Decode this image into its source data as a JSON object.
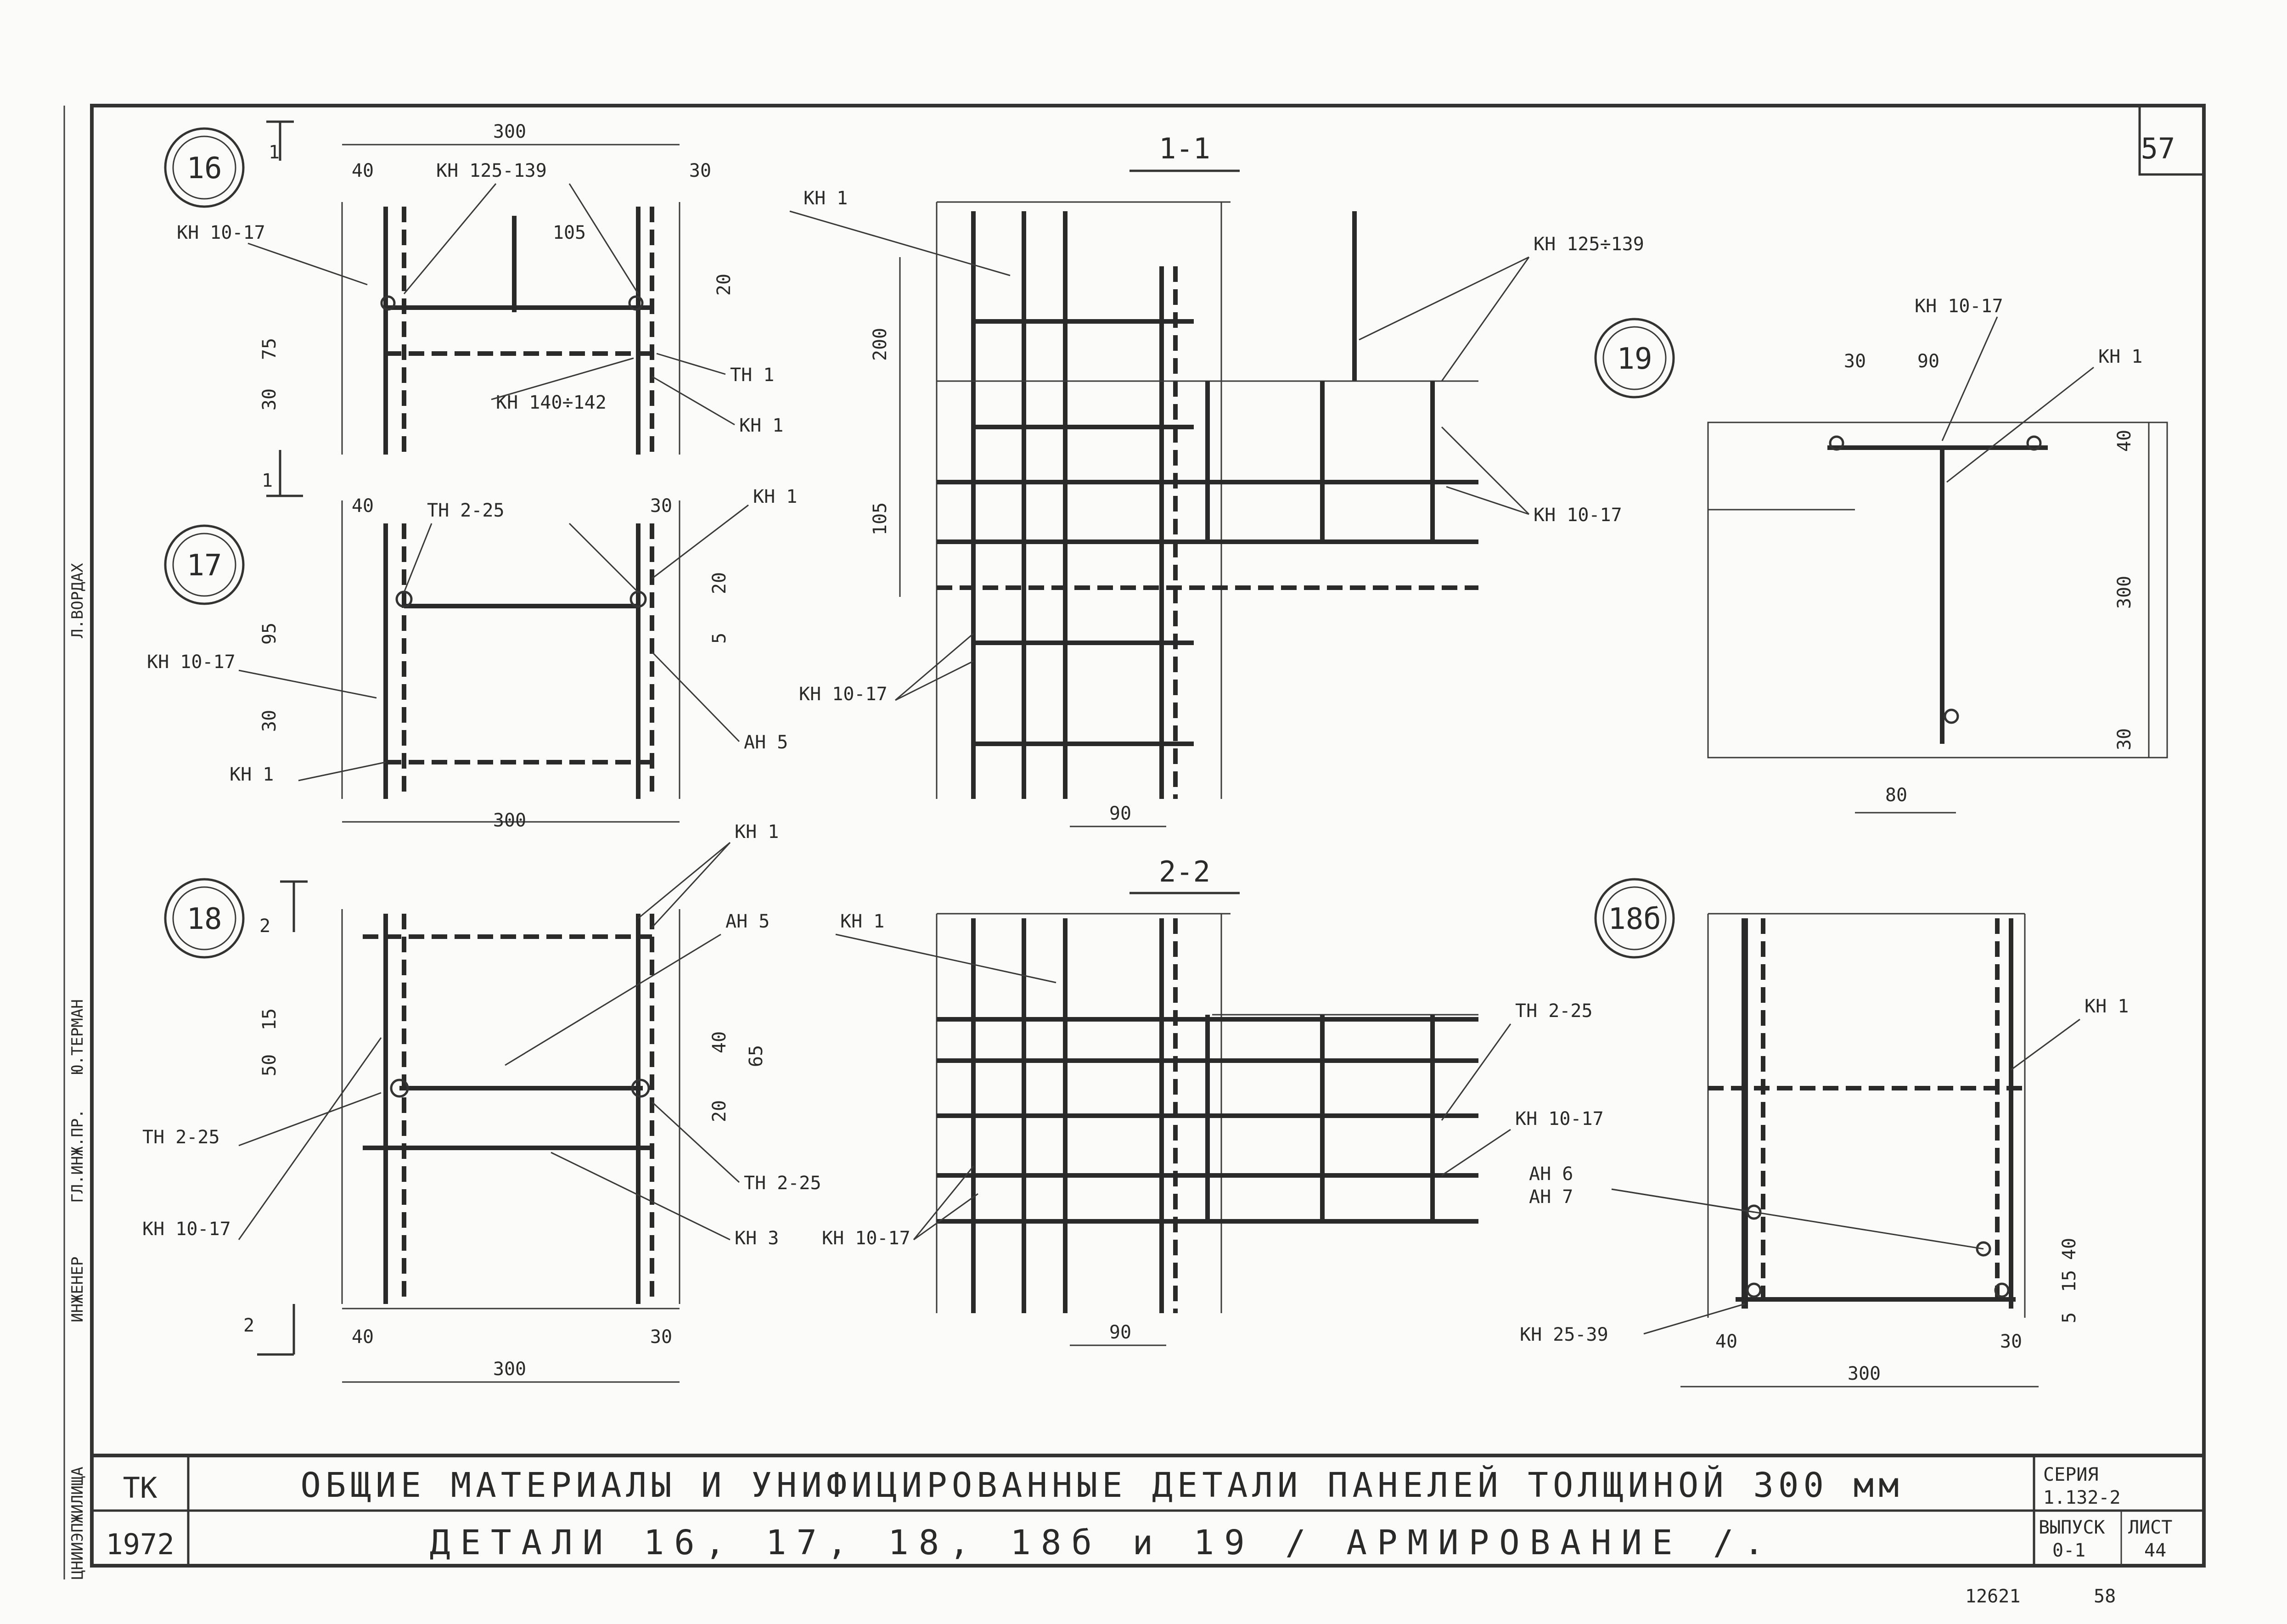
{
  "sheet": {
    "page_number": "57",
    "org": "ЦНИИЭПЖИЛИЩА",
    "roles": [
      "ИНЖЕНЕР",
      "ГЛ.ИНЖ.ПР."
    ],
    "names": [
      "Ю.ТЕРМАН",
      "Л.ВОРДАХ"
    ],
    "archive_number": "12621",
    "archive_page": "58"
  },
  "details": {
    "d16": {
      "id": "16",
      "cut": "1",
      "dims": [
        "300",
        "40",
        "30",
        "105",
        "20",
        "75",
        "30"
      ],
      "labels": [
        "КН 125-139",
        "КН 10-17",
        "ТН 1",
        "КН 140÷142",
        "КН 1"
      ]
    },
    "d17": {
      "id": "17",
      "dims": [
        "40",
        "30",
        "300",
        "95",
        "30",
        "20",
        "5"
      ],
      "labels": [
        "ТН 2-25",
        "КН 1",
        "КН 10-17",
        "АН 5",
        "КН 1"
      ]
    },
    "d18": {
      "id": "18",
      "cut": "2",
      "dims": [
        "15",
        "50",
        "40",
        "65",
        "20",
        "40",
        "30",
        "300"
      ],
      "labels": [
        "КН 1",
        "АН 5",
        "ТН 2-25",
        "ТН 2-25",
        "КН 10-17",
        "КН 3"
      ]
    },
    "d19": {
      "id": "19",
      "dims": [
        "30",
        "90",
        "40",
        "300",
        "30",
        "80"
      ],
      "labels": [
        "КН 10-17",
        "КН 1"
      ]
    },
    "d18b": {
      "id": "18б",
      "dims": [
        "40",
        "30",
        "300",
        "5",
        "15",
        "40"
      ],
      "labels": [
        "КН 1",
        "АН 6",
        "АН 7",
        "КН 25-39"
      ]
    }
  },
  "sections": {
    "s1": {
      "title": "1-1",
      "dims": [
        "200",
        "105",
        "90"
      ],
      "labels": [
        "КН 1",
        "КН 125÷139",
        "КН 10-17",
        "КН 10-17"
      ]
    },
    "s2": {
      "title": "2-2",
      "dims": [
        "90"
      ],
      "labels": [
        "КН 1",
        "ТН 2-25",
        "КН 10-17",
        "КН 10-17"
      ]
    }
  },
  "title_block": {
    "code": "ТК",
    "year": "1972",
    "line1": "ОБЩИЕ  МАТЕРИАЛЫ И УНИФИЦИРОВАННЫЕ ДЕТАЛИ ПАНЕЛЕЙ ТОЛЩИНОЙ 300 мм",
    "line2": "ДЕТАЛИ 16, 17, 18, 18б и 19 / АРМИРОВАНИЕ /.",
    "series_label": "СЕРИЯ",
    "series_value": "1.132-2",
    "issue_label": "ВЫПУСК",
    "issue_value": "0-1",
    "sheet_label": "ЛИСТ",
    "sheet_value": "44"
  }
}
